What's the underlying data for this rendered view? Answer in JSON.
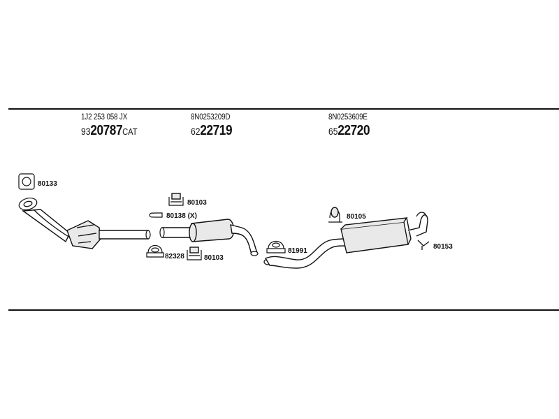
{
  "headers": [
    {
      "oe_number": "1J2 253 058 JX",
      "code_prefix": "93",
      "code_main": "20787",
      "code_suffix": "CAT"
    },
    {
      "oe_number": "8N0253209D",
      "code_prefix": "62",
      "code_main": "22719",
      "code_suffix": ""
    },
    {
      "oe_number": "8N0253609E",
      "code_prefix": "65",
      "code_main": "22720",
      "code_suffix": ""
    }
  ],
  "callouts": {
    "gasket_front": "80133",
    "hanger_rubber_top": "80103",
    "clamp_mid": "80138 (X)",
    "clamp_bottom": "82328",
    "hanger_rubber_bottom": "80103",
    "hanger_rear_top": "80105",
    "clamp_rear": "81991",
    "tailpipe_hanger": "80153"
  }
}
